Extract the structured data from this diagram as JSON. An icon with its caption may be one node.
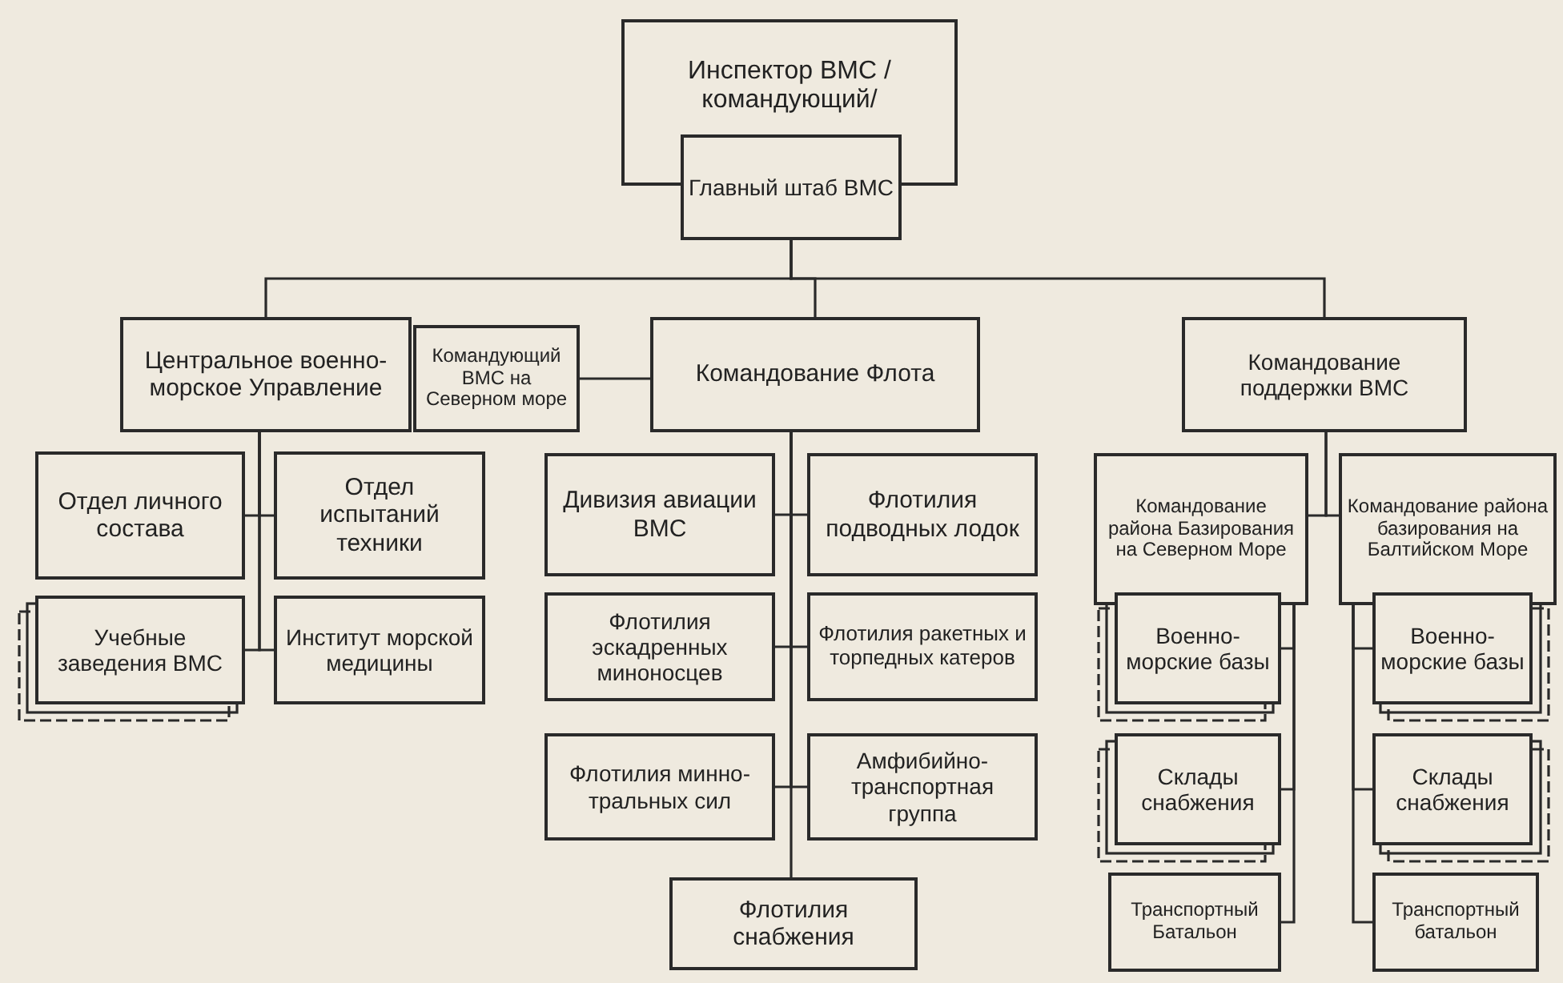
{
  "diagram": {
    "nodes": [
      {
        "text": [
          "Инспектор ВМС /командующий/"
        ]
      },
      {
        "text": [
          "Главный штаб ВМС"
        ]
      },
      {
        "text": [
          "Центральное военно-морское Управление"
        ]
      },
      {
        "text": [
          "Командующий ВМС на Северном море"
        ]
      },
      {
        "text": [
          "Командование Флота"
        ]
      },
      {
        "text": [
          "Командование поддержки ВМС"
        ]
      },
      {
        "text": [
          "Отдел личного состава"
        ]
      },
      {
        "text": [
          "Отдел испытаний техники"
        ]
      },
      {
        "text": [
          "Учебные заведения ВМС"
        ]
      },
      {
        "text": [
          "Институт морской медицины"
        ]
      },
      {
        "text": [
          "Дивизия авиации ВМС"
        ]
      },
      {
        "text": [
          "Флотилия подводных лодок"
        ]
      },
      {
        "text": [
          "Флотилия эскадренных миноносцев"
        ]
      },
      {
        "text": [
          "Флотилия ракетных и торпедных катеров"
        ]
      },
      {
        "text": [
          "Флотилия минно-тральных сил"
        ]
      },
      {
        "text": [
          "Амфибийно-транспортная группа"
        ]
      },
      {
        "text": [
          "Флотилия снабжения"
        ]
      },
      {
        "text": [
          "Командование района Базирования на Северном Море"
        ]
      },
      {
        "text": [
          "Командование района базирования на Балтийском Море"
        ]
      },
      {
        "text": [
          "Военно-морские базы"
        ]
      },
      {
        "text": [
          "Военно-морские базы"
        ]
      },
      {
        "text": [
          "Склады снабжения"
        ]
      },
      {
        "text": [
          "Склады снабжения"
        ]
      },
      {
        "text": [
          "Транспортный Батальон"
        ]
      },
      {
        "text": [
          "Транспортный батальон"
        ]
      }
    ],
    "edges": [
      {
        "from": 1,
        "to": 2,
        "arrow": "none"
      },
      {
        "from": 1,
        "to": 4,
        "arrow": "none"
      },
      {
        "from": 1,
        "to": 5,
        "arrow": "none"
      },
      {
        "from": 3,
        "to": 4,
        "arrow": "none"
      },
      {
        "from": 2,
        "to": 6,
        "arrow": "none"
      },
      {
        "from": 2,
        "to": 7,
        "arrow": "none"
      },
      {
        "from": 2,
        "to": 8,
        "arrow": "none"
      },
      {
        "from": 2,
        "to": 9,
        "arrow": "none"
      },
      {
        "from": 4,
        "to": 10,
        "arrow": "none"
      },
      {
        "from": 4,
        "to": 11,
        "arrow": "none"
      },
      {
        "from": 4,
        "to": 12,
        "arrow": "none"
      },
      {
        "from": 4,
        "to": 13,
        "arrow": "none"
      },
      {
        "from": 4,
        "to": 14,
        "arrow": "none"
      },
      {
        "from": 4,
        "to": 15,
        "arrow": "none"
      },
      {
        "from": 4,
        "to": 16,
        "arrow": "none"
      },
      {
        "from": 5,
        "to": 17,
        "arrow": "none"
      },
      {
        "from": 5,
        "to": 18,
        "arrow": "none"
      },
      {
        "from": 17,
        "to": 19,
        "arrow": "none"
      },
      {
        "from": 17,
        "to": 21,
        "arrow": "none"
      },
      {
        "from": 17,
        "to": 23,
        "arrow": "none"
      },
      {
        "from": 18,
        "to": 20,
        "arrow": "none"
      },
      {
        "from": 18,
        "to": 22,
        "arrow": "none"
      },
      {
        "from": 18,
        "to": 24,
        "arrow": "none"
      }
    ]
  }
}
